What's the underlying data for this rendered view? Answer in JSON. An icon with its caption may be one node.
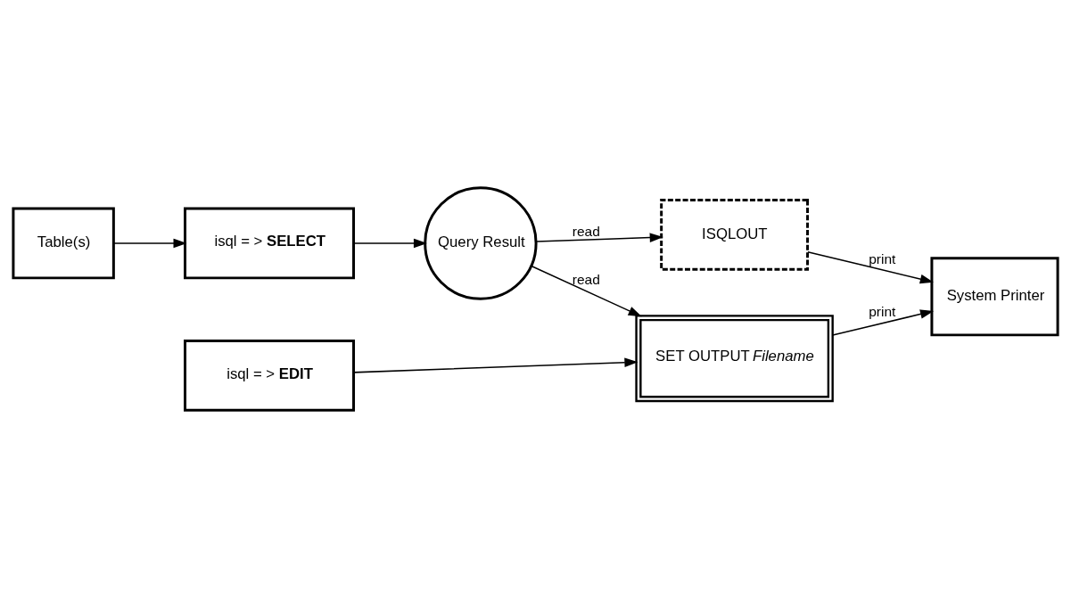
{
  "diagram": {
    "nodes": [
      {
        "text": [
          "Table(s)"
        ]
      },
      {
        "text": [
          "isql = > **SELECT**"
        ]
      },
      {
        "text": [
          "Query Result"
        ]
      },
      {
        "text": [
          "ISQLOUT"
        ]
      },
      {
        "text": [
          "System Printer"
        ]
      },
      {
        "text": [
          "isql = > **EDIT**"
        ]
      },
      {
        "text": [
          "SET OUTPUT *Filename*"
        ]
      }
    ],
    "edges": [
      {
        "from": 0,
        "to": 1,
        "arrow": "to"
      },
      {
        "from": 1,
        "to": 2,
        "arrow": "to"
      },
      {
        "from": 2,
        "to": 3,
        "arrow": "to",
        "label": "read"
      },
      {
        "from": 2,
        "to": 6,
        "arrow": "to",
        "label": "read"
      },
      {
        "from": 3,
        "to": 4,
        "arrow": "to",
        "label": "print"
      },
      {
        "from": 6,
        "to": 4,
        "arrow": "to",
        "label": "print"
      },
      {
        "from": 5,
        "to": 6,
        "arrow": "to"
      }
    ]
  }
}
